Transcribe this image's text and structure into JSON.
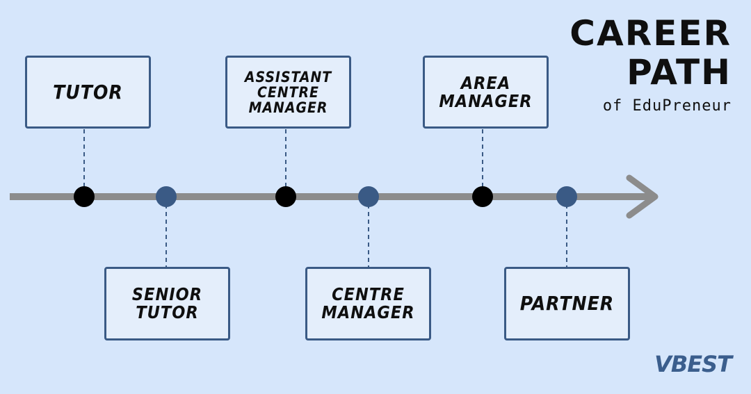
{
  "title": {
    "line1": "CAREER",
    "line2": "PATH",
    "subtitle": "of EduPreneur"
  },
  "stages": [
    {
      "label": "TUTOR",
      "position": "above"
    },
    {
      "label": "SENIOR\nTUTOR",
      "position": "below"
    },
    {
      "label": "ASSISTANT\nCENTRE\nMANAGER",
      "position": "above"
    },
    {
      "label": "CENTRE\nMANAGER",
      "position": "below"
    },
    {
      "label": "AREA\nMANAGER",
      "position": "above"
    },
    {
      "label": "PARTNER",
      "position": "below"
    }
  ],
  "colors": {
    "background": "#d6e6fb",
    "timeline": "#8c8c8c",
    "dot_above": "#000000",
    "dot_below": "#3a5a85",
    "box_border": "#3a5a85"
  },
  "logo": "VBEST"
}
